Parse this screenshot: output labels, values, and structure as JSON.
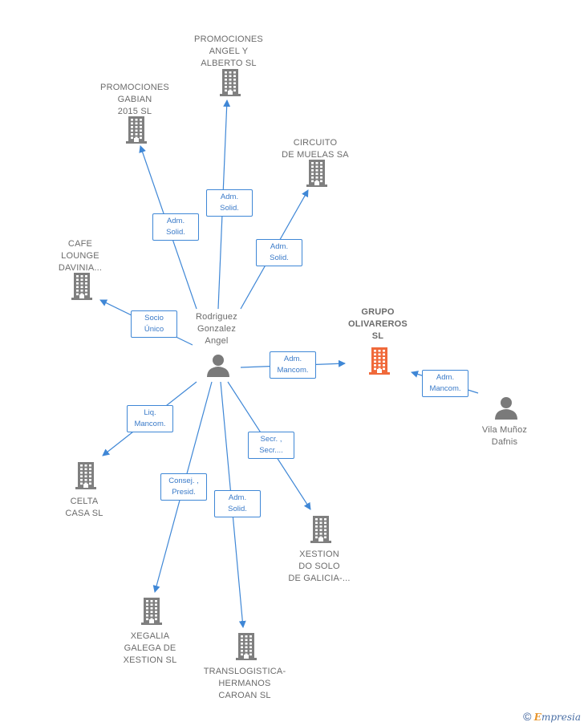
{
  "colors": {
    "edge": "#3f87d6",
    "building": "#7f7f7f",
    "building_highlight": "#f0693a",
    "person": "#7a7a7a"
  },
  "nodes": [
    {
      "id": "promociones-angel-alberto",
      "label": "PROMOCIONES\nANGEL Y\nALBERTO  SL",
      "type": "company",
      "icon": "building-icon"
    },
    {
      "id": "promociones-gabian",
      "label": "PROMOCIONES\nGABIAN\n2015  SL",
      "type": "company",
      "icon": "building-icon"
    },
    {
      "id": "circuito-muelas",
      "label": "CIRCUITO\nDE MUELAS SA",
      "type": "company",
      "icon": "building-icon"
    },
    {
      "id": "cafe-lounge",
      "label": "CAFE\nLOUNGE\nDAVINIA...",
      "type": "company",
      "icon": "building-icon"
    },
    {
      "id": "rodriguez",
      "label": "Rodriguez\nGonzalez\nAngel",
      "type": "person",
      "icon": "person-icon"
    },
    {
      "id": "grupo-olivareros",
      "label": "GRUPO\nOLIVAREROS\nSL",
      "type": "company",
      "icon": "building-icon",
      "highlight": true
    },
    {
      "id": "vila-munoz",
      "label": "Vila Muñoz\nDafnis",
      "type": "person",
      "icon": "person-icon"
    },
    {
      "id": "celta-casa",
      "label": "CELTA\nCASA  SL",
      "type": "company",
      "icon": "building-icon"
    },
    {
      "id": "xestion-solo",
      "label": "XESTION\nDO SOLO\nDE GALICIA-...",
      "type": "company",
      "icon": "building-icon"
    },
    {
      "id": "xegalia",
      "label": "XEGALIA\nGALEGA DE\nXESTION SL",
      "type": "company",
      "icon": "building-icon"
    },
    {
      "id": "translogistica",
      "label": "TRANSLOGISTICA-\nHERMANOS\nCAROAN SL",
      "type": "company",
      "icon": "building-icon"
    }
  ],
  "edges": [
    {
      "from": "rodriguez",
      "to": "promociones-angel-alberto",
      "label": "Adm.\nSolid."
    },
    {
      "from": "rodriguez",
      "to": "promociones-gabian",
      "label": "Adm.\nSolid."
    },
    {
      "from": "rodriguez",
      "to": "circuito-muelas",
      "label": "Adm.\nSolid."
    },
    {
      "from": "rodriguez",
      "to": "cafe-lounge",
      "label": "Socio\nÚnico"
    },
    {
      "from": "rodriguez",
      "to": "grupo-olivareros",
      "label": "Adm.\nMancom."
    },
    {
      "from": "vila-munoz",
      "to": "grupo-olivareros",
      "label": "Adm.\nMancom."
    },
    {
      "from": "rodriguez",
      "to": "celta-casa",
      "label": "Liq.\nMancom."
    },
    {
      "from": "rodriguez",
      "to": "xestion-solo",
      "label": "Secr. ,\nSecr...."
    },
    {
      "from": "rodriguez",
      "to": "xegalia",
      "label": "Consej. ,\nPresid."
    },
    {
      "from": "rodriguez",
      "to": "translogistica",
      "label": "Adm.\nSolid."
    }
  ],
  "footer": {
    "symbol": "©",
    "brand_initial": "E",
    "brand_rest": "mpresia"
  }
}
